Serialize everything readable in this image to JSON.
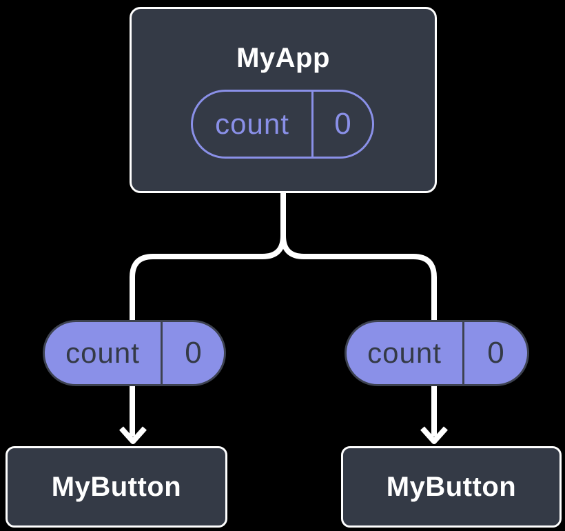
{
  "colors": {
    "background": "#000000",
    "node_fill": "#343A46",
    "node_border": "#FFFFFF",
    "accent_purple": "#8A90E8",
    "pill_dark_border": "#3D4250",
    "pill_dark_text": "#343A46",
    "connector": "#FFFFFF"
  },
  "diagram": {
    "root": {
      "title": "MyApp",
      "state": {
        "label": "count",
        "value": "0"
      }
    },
    "props": [
      {
        "label": "count",
        "value": "0"
      },
      {
        "label": "count",
        "value": "0"
      }
    ],
    "children": [
      {
        "title": "MyButton"
      },
      {
        "title": "MyButton"
      }
    ]
  }
}
